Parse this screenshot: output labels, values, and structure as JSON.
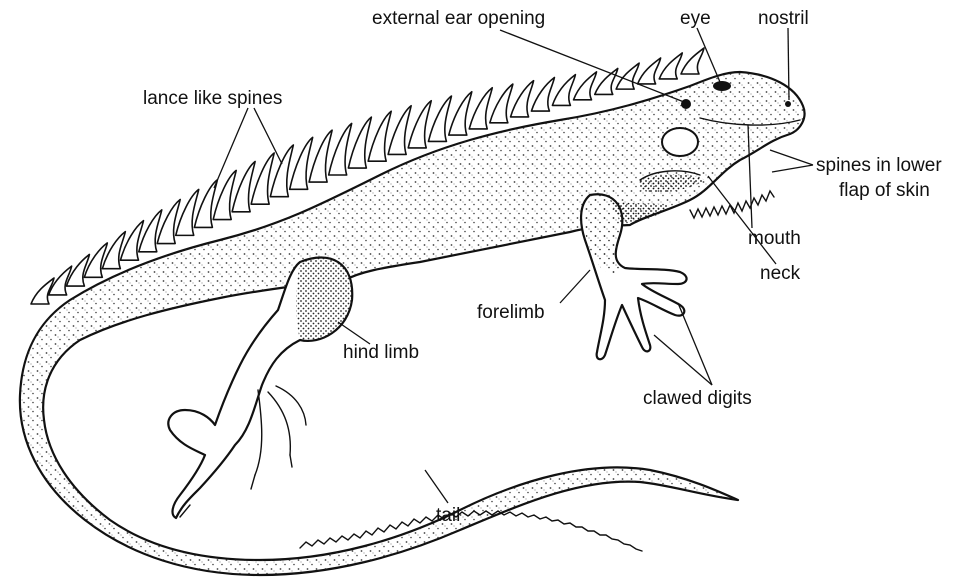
{
  "diagram": {
    "labels": {
      "external_ear_opening": "external  ear  opening",
      "eye": "eye",
      "nostril": "nostril",
      "lance_like_spines": "lance like spines",
      "spines_lower_flap_line1": "spines in lower",
      "spines_lower_flap_line2": "flap of skin",
      "mouth": "mouth",
      "neck": "neck",
      "forelimb": "forelimb",
      "hind_limb": "hind limb",
      "clawed_digits": "clawed  digits",
      "tail": "tail"
    }
  }
}
